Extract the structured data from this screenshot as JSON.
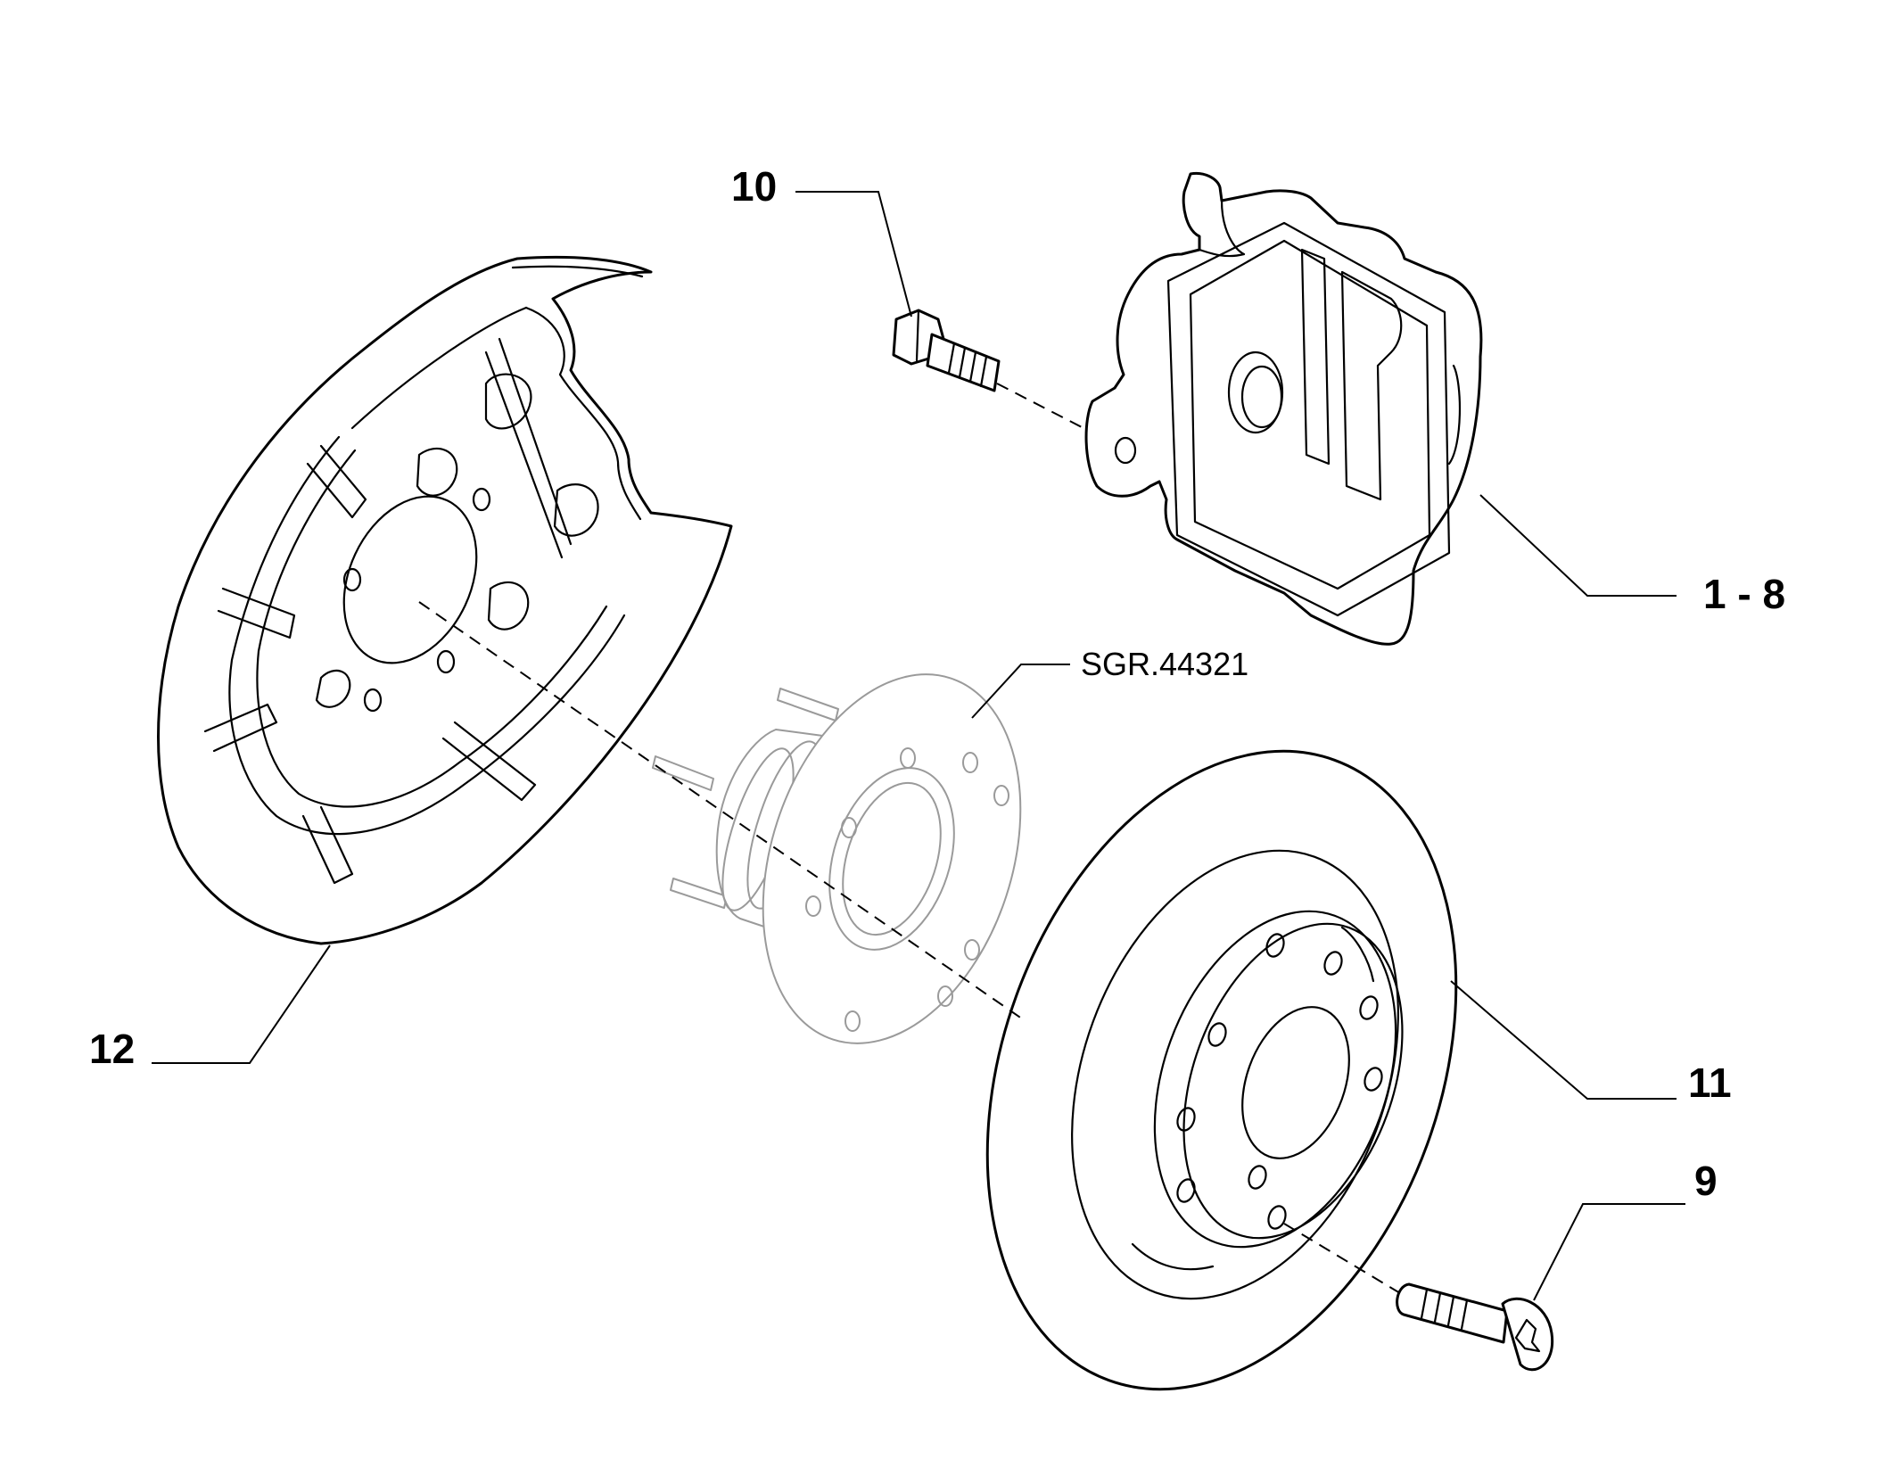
{
  "callouts": {
    "caliper": "1 - 8",
    "caliper_bolt": "10",
    "hub_reference": "SGR.44321",
    "disc_screw": "9",
    "brake_disc": "11",
    "dust_shield": "12"
  },
  "colors": {
    "line": "#000000",
    "hub_line": "#9a9a9a",
    "background": "#ffffff"
  }
}
